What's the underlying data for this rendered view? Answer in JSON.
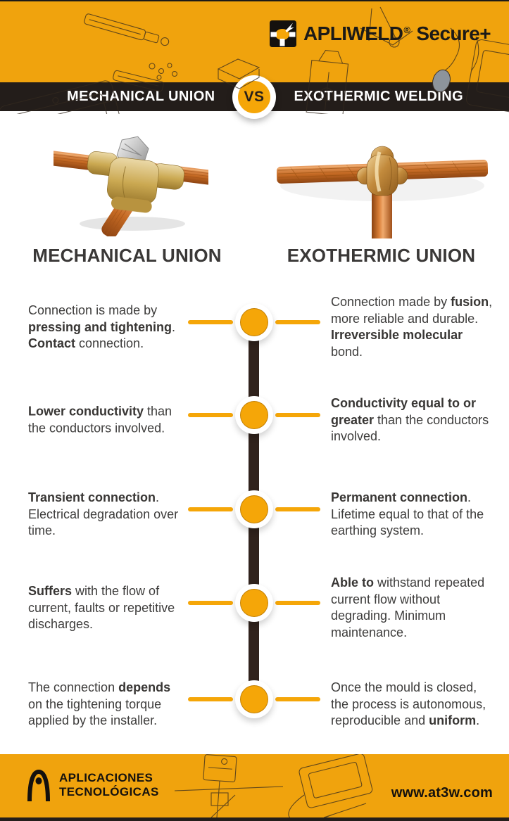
{
  "header": {
    "brand": {
      "name": "APLIWELD",
      "reg": "®",
      "suffix": "Secure+"
    },
    "banner": {
      "left": "MECHANICAL UNION",
      "vs": "VS",
      "right": "EXOTHERMIC WELDING"
    }
  },
  "products": {
    "left_title": "MECHANICAL UNION",
    "right_title": "EXOTHERMIC UNION"
  },
  "comparison": {
    "rows": [
      {
        "left": [
          {
            "t": "Connection is made by ",
            "b": false
          },
          {
            "t": "pressing and tightening",
            "b": true
          },
          {
            "t": ". ",
            "b": false
          },
          {
            "t": "Contact",
            "b": true
          },
          {
            "t": " connection.",
            "b": false
          }
        ],
        "right": [
          {
            "t": "Connection made by ",
            "b": false
          },
          {
            "t": "fusion",
            "b": true
          },
          {
            "t": ", more reliable and durable. ",
            "b": false
          },
          {
            "t": "Irreversible molecular",
            "b": true
          },
          {
            "t": " bond.",
            "b": false
          }
        ]
      },
      {
        "left": [
          {
            "t": "Lower conductivity",
            "b": true
          },
          {
            "t": " than the conductors involved.",
            "b": false
          }
        ],
        "right": [
          {
            "t": "Conductivity equal to or greater",
            "b": true
          },
          {
            "t": " than the conductors involved.",
            "b": false
          }
        ]
      },
      {
        "left": [
          {
            "t": "Transient connection",
            "b": true
          },
          {
            "t": ". Electrical degradation over time.",
            "b": false
          }
        ],
        "right": [
          {
            "t": "Permanent connection",
            "b": true
          },
          {
            "t": ". Lifetime equal to that of the earthing system.",
            "b": false
          }
        ]
      },
      {
        "left": [
          {
            "t": "Suffers",
            "b": true
          },
          {
            "t": " with the flow of current, faults or repetitive discharges.",
            "b": false
          }
        ],
        "right": [
          {
            "t": "Able to",
            "b": true
          },
          {
            "t": " withstand repeated current flow without degrading. Minimum maintenance.",
            "b": false
          }
        ]
      },
      {
        "left": [
          {
            "t": "The connection ",
            "b": false
          },
          {
            "t": "depends",
            "b": true
          },
          {
            "t": " on the tightening torque applied by the installer.",
            "b": false
          }
        ],
        "right": [
          {
            "t": "Once the mould is closed, the process is autonomous, reproducible and ",
            "b": false
          },
          {
            "t": "uniform",
            "b": true
          },
          {
            "t": ".",
            "b": false
          }
        ]
      }
    ]
  },
  "footer": {
    "company_line1": "APLICACIONES",
    "company_line2": "TECNOLÓGICAS",
    "website": "www.at3w.com"
  },
  "icons": {
    "logo": "apliweld-bolt-icon",
    "footer_logo": "arch-lightning-rod-icon"
  },
  "colors": {
    "orange_background": "#F0A30D",
    "accent_orange": "#F5A608",
    "dark_band": "#231D1A",
    "timeline_bar": "#30221C",
    "body_text": "#3D3C3B"
  }
}
